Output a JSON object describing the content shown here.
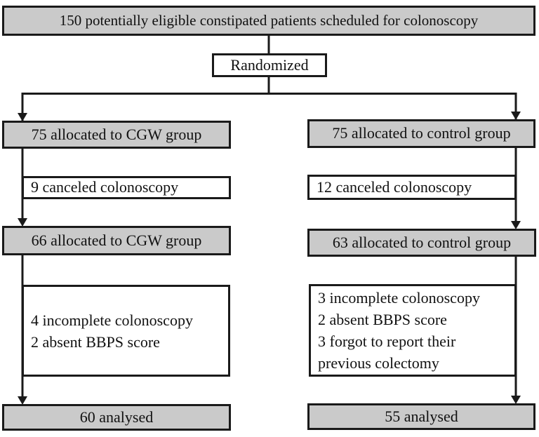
{
  "diagram": {
    "type": "flowchart",
    "eligible_label": "150 potentially eligible constipated patients scheduled for colonoscopy",
    "randomized_label": "Randomized",
    "left_column": {
      "allocated": "75 allocated to CGW group",
      "canceled": "9 canceled colonoscopy",
      "reallocated": "66 allocated to CGW group",
      "exclusions": [
        "4 incomplete colonoscopy",
        "2 absent BBPS score"
      ],
      "analysed": "60 analysed"
    },
    "right_column": {
      "allocated": "75 allocated to control group",
      "canceled": "12 canceled colonoscopy",
      "reallocated": "63 allocated to control group",
      "exclusions": [
        "3 incomplete colonoscopy",
        "2 absent BBPS score",
        "3 forgot to report their",
        "previous colectomy"
      ],
      "analysed": "55 analysed"
    },
    "colors": {
      "highlight_box_fill": "#cacaca",
      "plain_box_fill": "#ffffff",
      "border_and_lines": "#1a1a1a"
    }
  }
}
